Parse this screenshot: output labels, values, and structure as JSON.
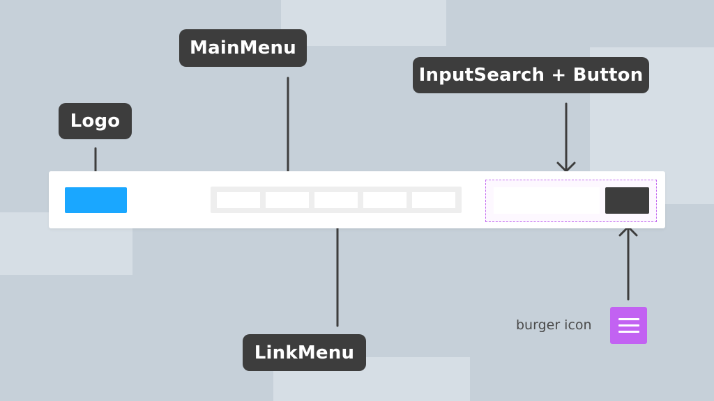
{
  "callouts": {
    "logo": "Logo",
    "main_menu": "MainMenu",
    "input_search": "InputSearch + Button",
    "link_menu": "LinkMenu"
  },
  "burger": {
    "caption": "burger icon",
    "icon": "burger-icon"
  },
  "header": {
    "menu_link_count": 5
  },
  "colors": {
    "background": "#c6d0d9",
    "callout": "#3d3d3d",
    "logo": "#1aa7ff",
    "burger": "#c262f2",
    "search_outline": "#c46cf0"
  }
}
